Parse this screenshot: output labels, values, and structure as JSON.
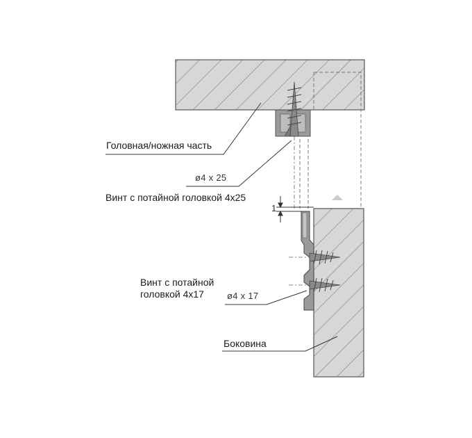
{
  "labels": {
    "head_foot_part": "Головная/ножная часть",
    "dim_screw_top": "ø4 x 25",
    "screw_top": "Винт с потайной головкой 4x25",
    "gap_value": "1",
    "screw_bottom_line1": "Винт с потайной",
    "screw_bottom_line2": "головкой 4x17",
    "dim_screw_bottom": "ø4 x 17",
    "side_panel": "Боковина"
  },
  "colors": {
    "hatch": "#6e6e6e",
    "outline": "#555555",
    "panel_fill": "#d7d7d7",
    "metal_fill": "#9a9a9a",
    "leader": "#333333"
  }
}
